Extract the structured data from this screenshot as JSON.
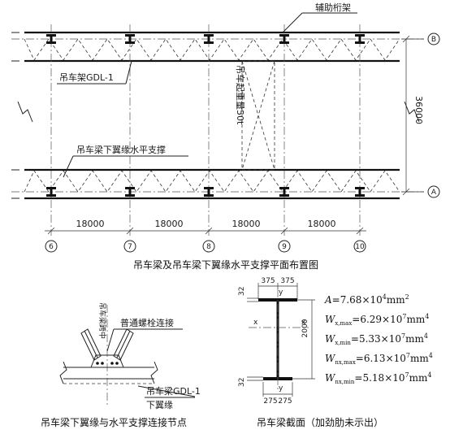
{
  "plan": {
    "truss_label": "辅助桁架",
    "crane_frame_label": "吊车架GDL-1",
    "lateral_brace_label": "吊车梁下翼缘水平支撑",
    "crane_capacity_label": "吊车起重量50t",
    "span_dim": "36000",
    "row_top": "B",
    "row_bottom": "A",
    "bays": [
      "18000",
      "18000",
      "18000",
      "18000"
    ],
    "axes": [
      "6",
      "7",
      "8",
      "9",
      "10"
    ],
    "caption": "吊车梁及吊车梁下翼缘水平支撑平面布置图"
  },
  "node": {
    "midspan_label": "吊车梁跨中",
    "bolt_label": "普通螺栓连接",
    "beam_label": "吊车梁GDL-1",
    "flange_label": "下翼缘",
    "caption": "吊车梁下翼缘与水平支撑连接节点"
  },
  "section": {
    "top_width_a": "375",
    "top_width_b": "375",
    "bottom_width_a": "275",
    "bottom_width_b": "275",
    "top_flange_t": "32",
    "bottom_flange_t": "32",
    "height": "2000",
    "axis_x": "x",
    "axis_y": "y",
    "caption": "吊车梁截面（加劲肋未示出）"
  },
  "properties": [
    {
      "sym": "A",
      "sub": "",
      "val": "=7.68×10",
      "exp": "4",
      "unit": "mm",
      "uexp": "2"
    },
    {
      "sym": "W",
      "sub": "x,max",
      "val": "=6.29×10",
      "exp": "7",
      "unit": "mm",
      "uexp": "4"
    },
    {
      "sym": "W",
      "sub": "x,min",
      "val": "=5.33×10",
      "exp": "7",
      "unit": "mm",
      "uexp": "4"
    },
    {
      "sym": "W",
      "sub": "nx,max",
      "val": "=6.13×10",
      "exp": "7",
      "unit": "mm",
      "uexp": "4"
    },
    {
      "sym": "W",
      "sub": "nx,min",
      "val": "=5.18×10",
      "exp": "7",
      "unit": "mm",
      "uexp": "4"
    }
  ]
}
